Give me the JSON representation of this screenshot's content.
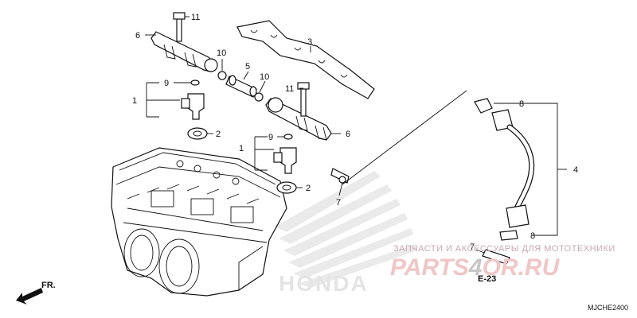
{
  "diagram": {
    "code": "MJCHE2400",
    "reference": "E-23",
    "front_label": "FR.",
    "brand_mark": "HONDA",
    "watermark": {
      "caption": "ЗАПЧАСТИ И АКСЕССУАРЫ ДЛЯ МОТОТЕХНИКИ",
      "logo_left": "PARTS",
      "logo_mid": "4",
      "logo_right": "OR.RU"
    },
    "callouts": [
      "11",
      "6",
      "3",
      "10",
      "5",
      "9",
      "1",
      "10",
      "11",
      "2",
      "9",
      "1",
      "6",
      "7",
      "2",
      "8",
      "4",
      "8",
      "7"
    ]
  }
}
